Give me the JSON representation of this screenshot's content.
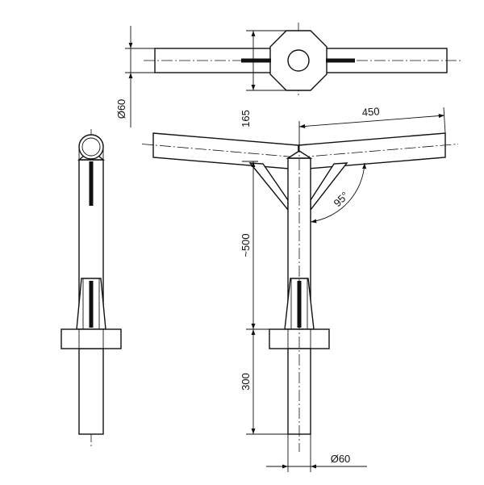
{
  "drawing": {
    "dimensions": {
      "top_bracket_diameter": "Ø60",
      "top_bracket_offset": "165",
      "arm_length": "450",
      "arm_angle": "95°",
      "mast_height": "~500",
      "sleeve_depth": "300",
      "tube_diameter": "Ø60"
    }
  }
}
